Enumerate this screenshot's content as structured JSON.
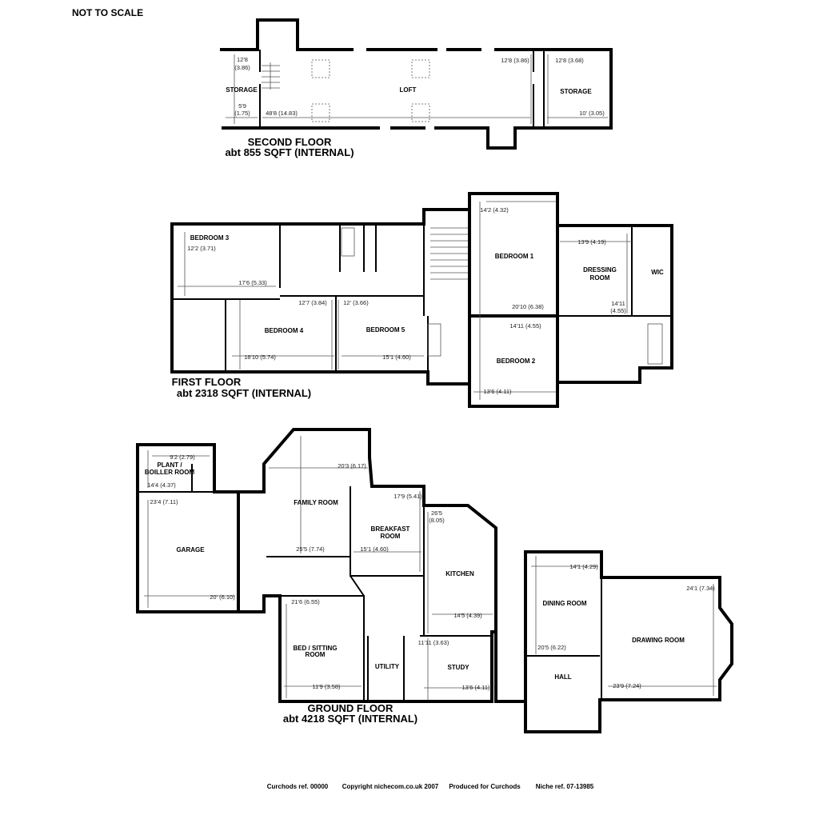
{
  "header": {
    "note": "NOT TO SCALE"
  },
  "second_floor": {
    "title": "SECOND FLOOR",
    "area": "abt 855 SQFT (INTERNAL)",
    "rooms": {
      "storage_left": {
        "name": "STORAGE",
        "dim_a1": "12'8",
        "dim_a2": "(3.86)",
        "dim_b1": "5'9",
        "dim_b2": "(1.75)"
      },
      "loft": {
        "name": "LOFT",
        "dim_a": "48'8 (14.83)",
        "dim_b": "12'8 (3.86)"
      },
      "storage_right": {
        "name": "STORAGE",
        "dim_a": "12'8 (3.68)",
        "dim_b": "10' (3.05)"
      }
    }
  },
  "first_floor": {
    "title": "FIRST FLOOR",
    "area": "abt 2318 SQFT (INTERNAL)",
    "rooms": {
      "bedroom3": {
        "name": "BEDROOM 3",
        "dim_a": "12'2 (3.71)",
        "dim_b": "17'6 (5.33)"
      },
      "bedroom4": {
        "name": "BEDROOM 4",
        "dim_a": "12'7 (3.84)",
        "dim_b": "18'10 (5.74)"
      },
      "bedroom5": {
        "name": "BEDROOM 5",
        "dim_a": "12' (3.66)",
        "dim_b": "15'1 (4.60)"
      },
      "bedroom1": {
        "name": "BEDROOM 1",
        "dim_a": "14'2 (4.32)",
        "dim_b": "20'10 (6.38)"
      },
      "bedroom2": {
        "name": "BEDROOM 2",
        "dim_a": "14'11 (4.55)",
        "dim_b": "13'6 (4.11)"
      },
      "dressing": {
        "name1": "DRESSING",
        "name2": "ROOM",
        "dim_a": "13'9 (4.19)",
        "dim_b1": "14'11",
        "dim_b2": "(4.55)"
      },
      "wic": {
        "name": "WIC"
      }
    }
  },
  "ground_floor": {
    "title": "GROUND FLOOR",
    "area": "abt 4218 SQFT (INTERNAL)",
    "rooms": {
      "plant": {
        "name1": "PLANT /",
        "name2": "BOILLER ROOM",
        "dim_a": "9'2 (2.79)",
        "dim_b": "14'4 (4.37)"
      },
      "garage": {
        "name": "GARAGE",
        "dim_a": "23'4 (7.11)",
        "dim_b": "20' (6.10)"
      },
      "family": {
        "name": "FAMILY ROOM",
        "dim_a": "20'3 (6.17)",
        "dim_b": "25'5 (7.74)"
      },
      "breakfast": {
        "name1": "BREAKFAST",
        "name2": "ROOM",
        "dim_a": "17'9 (5.41)",
        "dim_b": "15'1 (4.60)"
      },
      "kitchen": {
        "name": "KITCHEN",
        "dim_a1": "26'5",
        "dim_a2": "(8.05)",
        "dim_b": "14'5 (4.39)"
      },
      "bed_sitting": {
        "name1": "BED / SITTING",
        "name2": "ROOM",
        "dim_a": "21'6 (6.55)",
        "dim_b": "11'9 (3.58)"
      },
      "utility": {
        "name": "UTILITY"
      },
      "study": {
        "name": "STUDY",
        "dim_a": "11'11 (3.63)",
        "dim_b": "13'6 (4.11)"
      },
      "dining": {
        "name": "DINING ROOM",
        "dim_a": "14'1 (4.29)",
        "dim_b": "20'5 (6.22)"
      },
      "drawing": {
        "name": "DRAWING ROOM",
        "dim_a": "24'1 (7.34)",
        "dim_b": "23'9 (7.24)"
      },
      "hall": {
        "name": "HALL"
      }
    }
  },
  "footer": {
    "ref": "Curchods ref. 00000",
    "copyright": "Copyright nichecom.co.uk 2007",
    "produced": "Produced for Curchods",
    "niche_ref": "Niche ref. 07-13985"
  }
}
